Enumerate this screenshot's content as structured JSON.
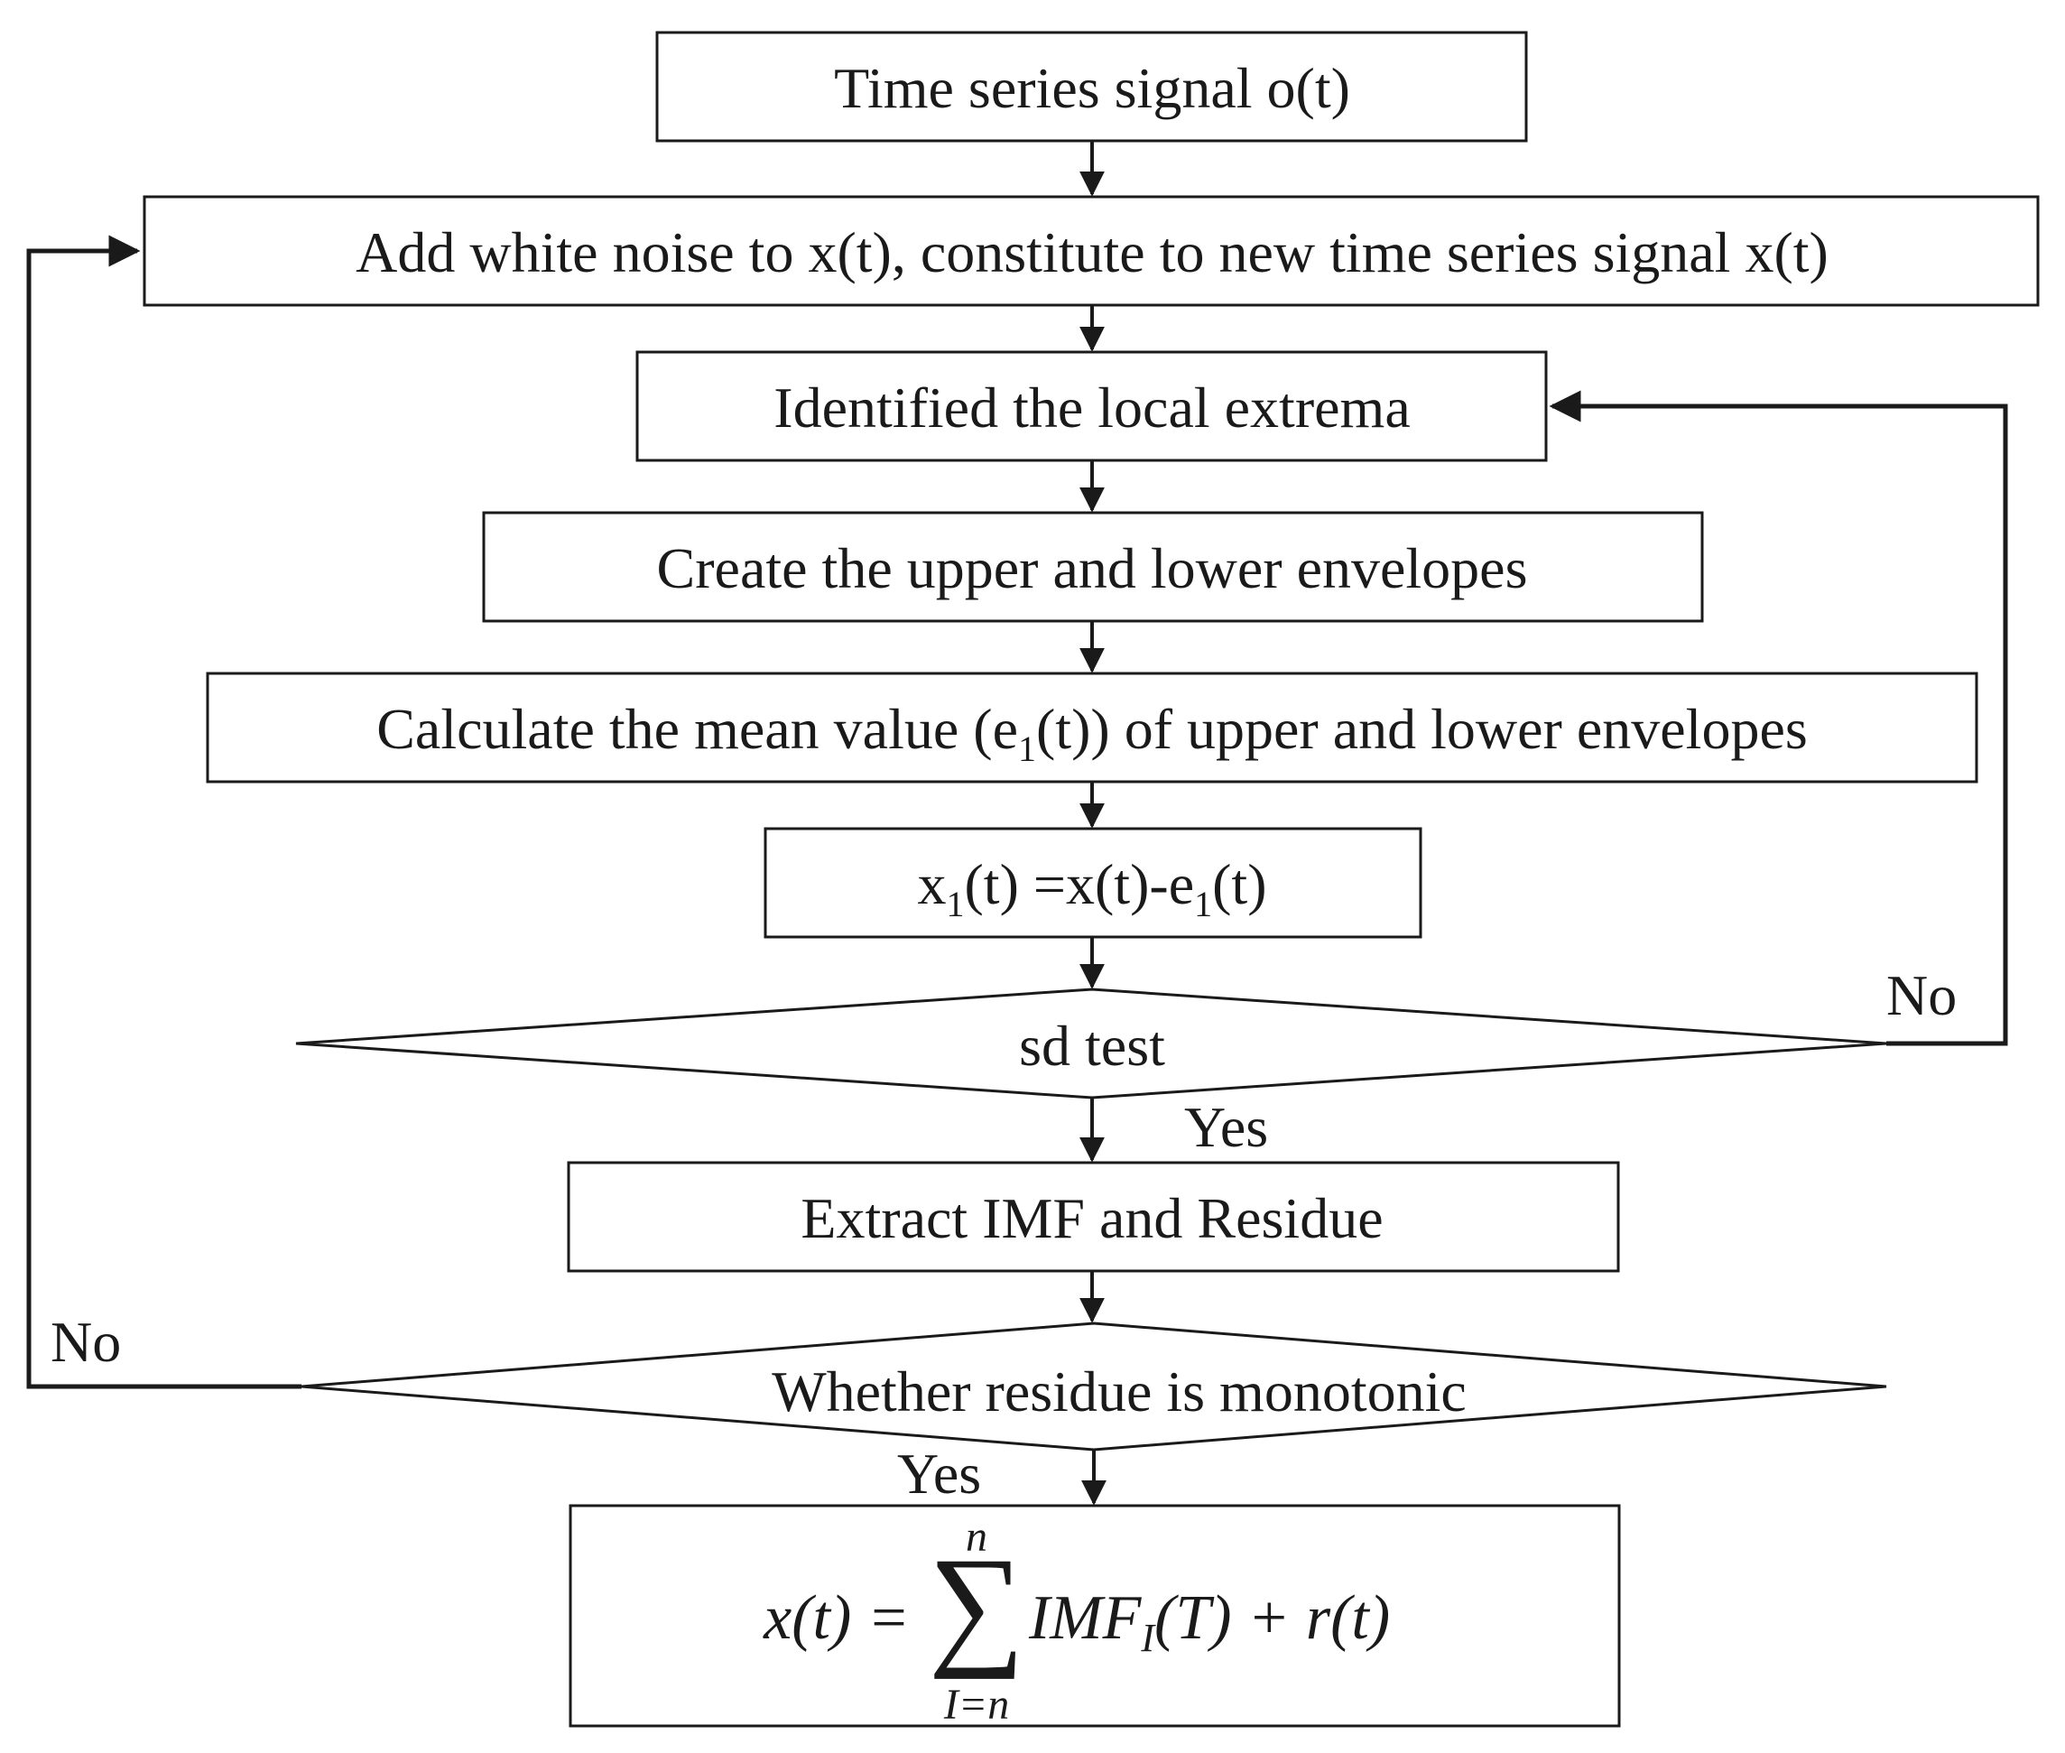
{
  "steps": {
    "input": "Time series signal o(t)",
    "add_noise": "Add white noise to x(t), constitute  to new time series signal x(t)",
    "extrema": "Identified the local extrema",
    "envelopes": "Create the upper and lower envelopes",
    "mean_prefix": "Calculate the mean value (e",
    "mean_sub": "1",
    "mean_suffix": "(t)) of upper and lower envelopes",
    "x1_a": "x",
    "x1_sub": "1",
    "x1_b": "(t) =x(t)-e",
    "x1_sub2": "1",
    "x1_c": "(t)",
    "sd_test": "sd test",
    "extract": "Extract IMF and Residue",
    "monotonic": "Whether residue is monotonic"
  },
  "branch_labels": {
    "sd_no": "No",
    "sd_yes": "Yes",
    "mono_no": "No",
    "mono_yes": "Yes"
  },
  "final_formula": {
    "lhs": "x(t) =",
    "sum_symbol": "∑",
    "upper_limit": "n",
    "lower_limit": "I=n",
    "term_imf": "IMF",
    "term_sub": "I",
    "term_rest": "(T) + r(t)"
  }
}
